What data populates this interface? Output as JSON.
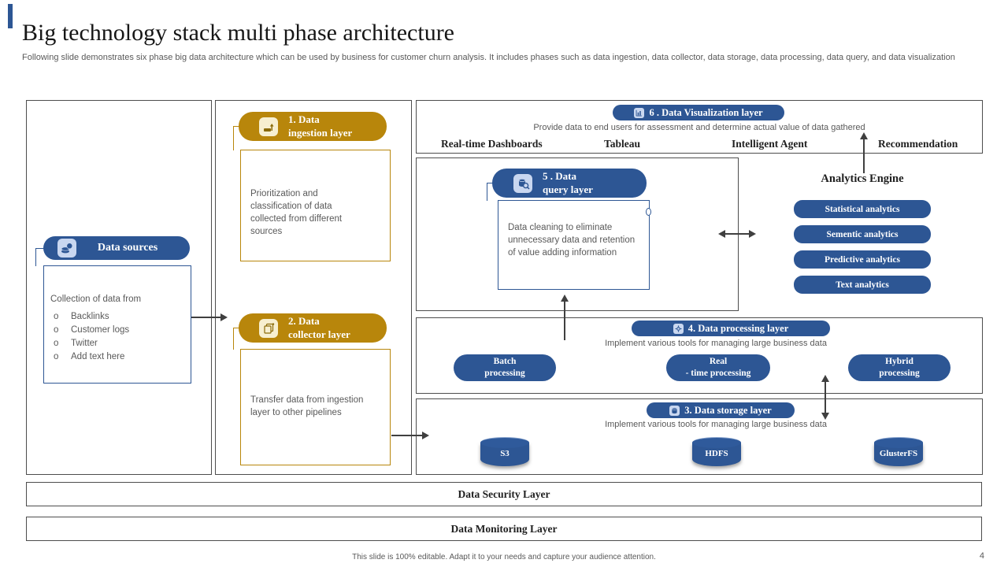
{
  "slide": {
    "title": "Big technology stack multi phase architecture",
    "subtitle": "Following slide demonstrates six phase big data architecture which can be used by business for customer churn analysis. It includes phases such as data ingestion, data collector, data storage, data processing, data query, and data visualization",
    "footer_note": "This slide is 100% editable. Adapt it to your needs and capture your audience attention.",
    "page_number": "4"
  },
  "colors": {
    "blue": "#2d5694",
    "blue_light": "#c9d7f0",
    "gold": "#b8860b",
    "gold_light": "#f7efd0",
    "text_gray": "#595959"
  },
  "data_sources": {
    "label": "Data sources",
    "intro": "Collection of data from",
    "bullet": "o",
    "items": [
      "Backlinks",
      "Customer logs",
      "Twitter",
      "Add text here"
    ]
  },
  "ingestion": {
    "label": {
      "line1": "1. Data",
      "line2": "ingestion layer"
    },
    "description": "Prioritization and classification of data collected from different sources"
  },
  "collector": {
    "label": {
      "line1": "2. Data",
      "line2": "collector layer"
    },
    "description": "Transfer data from ingestion layer to other pipelines"
  },
  "visualization": {
    "label": "6 . Data Visualization layer",
    "description": "Provide data to end users for assessment and determine actual value of data gathered",
    "tools": [
      "Real-time Dashboards",
      "Tableau",
      "Intelligent Agent",
      "Recommendation"
    ]
  },
  "query": {
    "label": {
      "line1": "5 . Data",
      "line2": "query layer"
    },
    "description": "Data cleaning to eliminate unnecessary data and retention of value adding information"
  },
  "analytics": {
    "title": "Analytics Engine",
    "items": [
      "Statistical analytics",
      "Sementic analytics",
      "Predictive analytics",
      "Text analytics"
    ]
  },
  "processing": {
    "label": "4. Data processing layer",
    "description": "Implement various tools for managing large business data",
    "items": [
      {
        "line1": "Batch",
        "line2": "processing"
      },
      {
        "line1": "Real",
        "line2": "- time processing"
      },
      {
        "line1": "Hybrid",
        "line2": "processing"
      }
    ]
  },
  "storage": {
    "label": "3. Data storage layer",
    "description": "Implement various tools for managing large business data",
    "items": [
      "S3",
      "HDFS",
      "GlusterFS"
    ]
  },
  "security": {
    "label": "Data Security Layer"
  },
  "monitoring": {
    "label": "Data Monitoring Layer"
  }
}
